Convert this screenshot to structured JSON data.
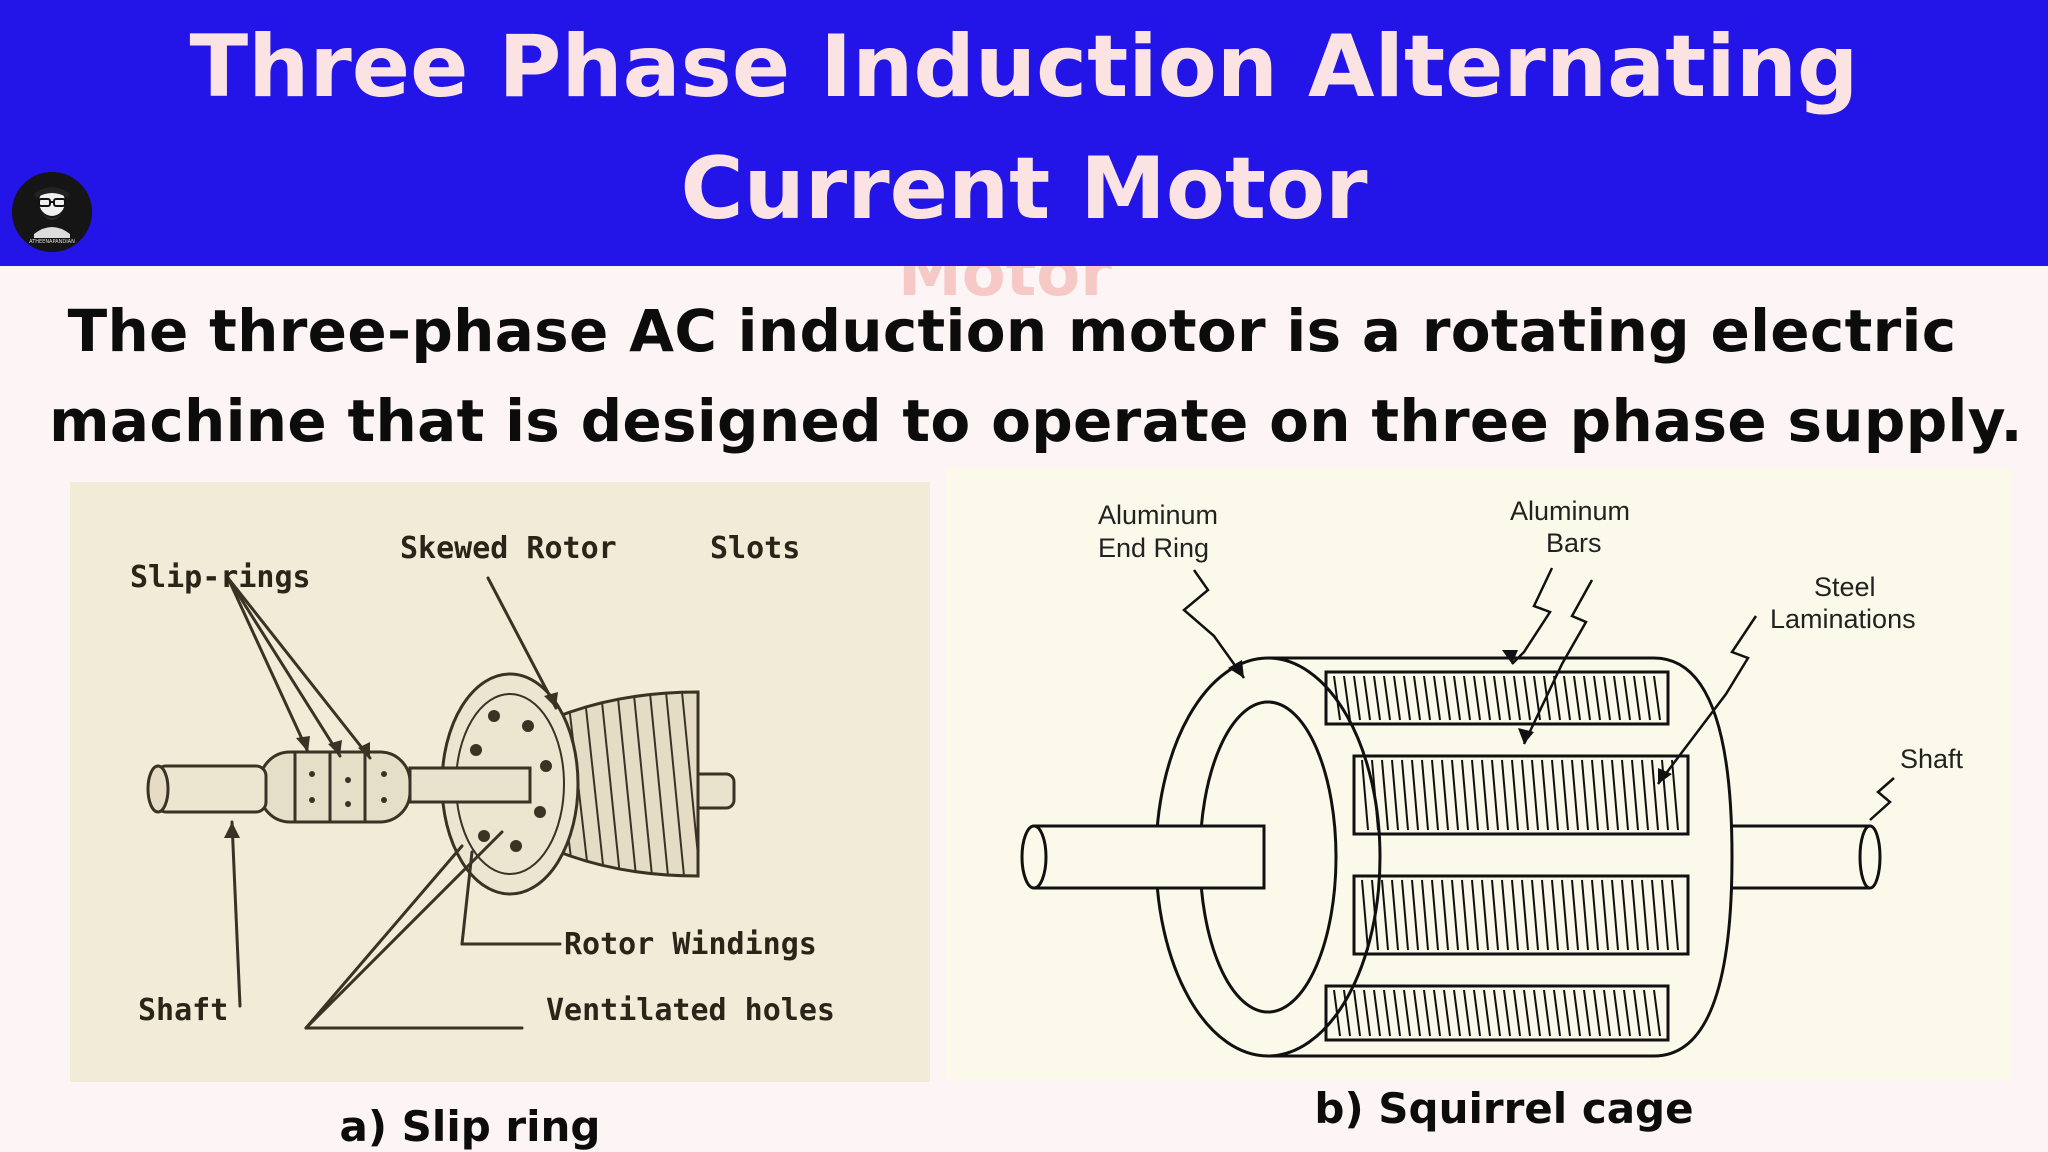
{
  "header": {
    "title_line_1": "Three Phase Induction Alternating",
    "title_line_2": "Current Motor",
    "background_color": "#2315e8",
    "title_color": "#fbe3e3"
  },
  "logo": {
    "icon": "bearded-man-with-glasses-icon",
    "text": "ATHEENAPANDIAN"
  },
  "ghost_text": "Motor",
  "description": {
    "line_1": "The three-phase AC induction motor is a rotating electric",
    "line_2": "machine that is designed to operate on three phase supply."
  },
  "diagram_a": {
    "caption": "a) Slip ring",
    "labels": {
      "slip_rings": "Slip-rings",
      "skewed_rotor": "Skewed Rotor",
      "slots": "Slots",
      "rotor_windings": "Rotor Windings",
      "shaft": "Shaft",
      "ventilated_holes": "Ventilated holes"
    }
  },
  "diagram_b": {
    "caption": "b) Squirrel cage",
    "labels": {
      "aluminum_end_ring_1": "Aluminum",
      "aluminum_end_ring_2": "End Ring",
      "aluminum_bars_1": "Aluminum",
      "aluminum_bars_2": "Bars",
      "steel_laminations_1": "Steel",
      "steel_laminations_2": "Laminations",
      "shaft": "Shaft"
    }
  }
}
